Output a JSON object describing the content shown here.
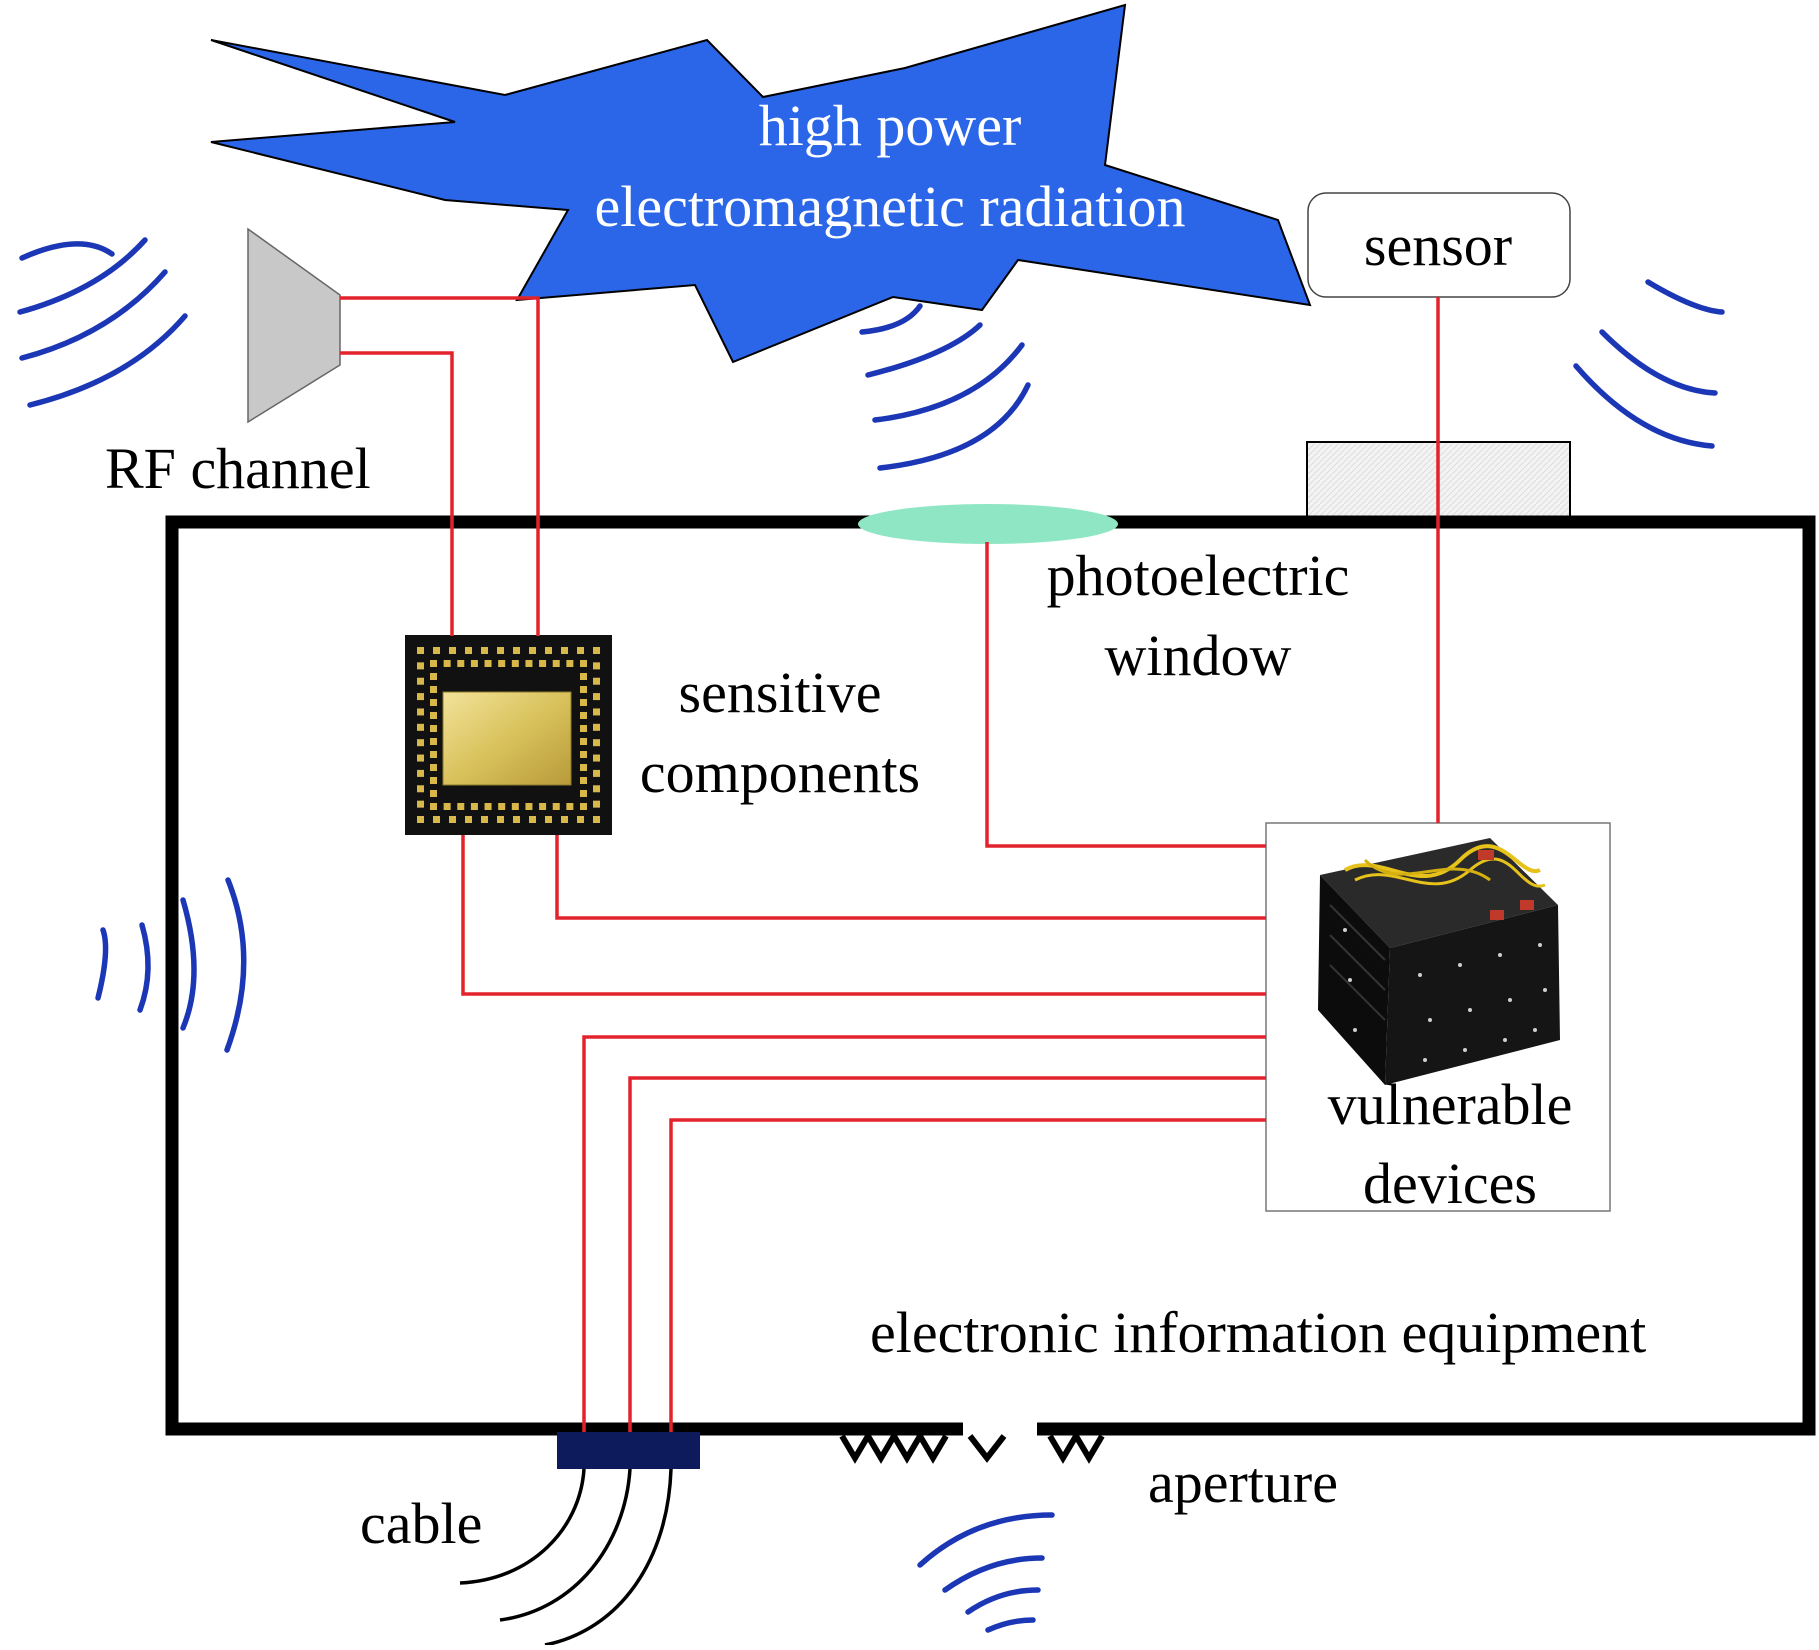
{
  "labels": {
    "radiation_line1": "high power",
    "radiation_line2": "electromagnetic radiation",
    "sensor": "sensor",
    "rf_channel": "RF channel",
    "photoelectric_line1": "photoelectric",
    "photoelectric_line2": "window",
    "sensitive_line1": "sensitive",
    "sensitive_line2": "components",
    "vulnerable_line1": "vulnerable",
    "vulnerable_line2": "devices",
    "equipment": "electronic information equipment",
    "cable": "cable",
    "aperture": "aperture"
  },
  "colors": {
    "burst_fill": "#2b66e8",
    "wire": "#e3232b",
    "wave": "#1b37b5",
    "window": "#8fe6c4",
    "cable_connector": "#0d1a5c",
    "enclosure": "#000000"
  },
  "icons": {
    "rf_channel": "horn-antenna-icon",
    "sensitive_components": "chip-icon",
    "vulnerable_devices": "electronic-box-icon",
    "sensor_mount": "sensor-mount-icon"
  }
}
